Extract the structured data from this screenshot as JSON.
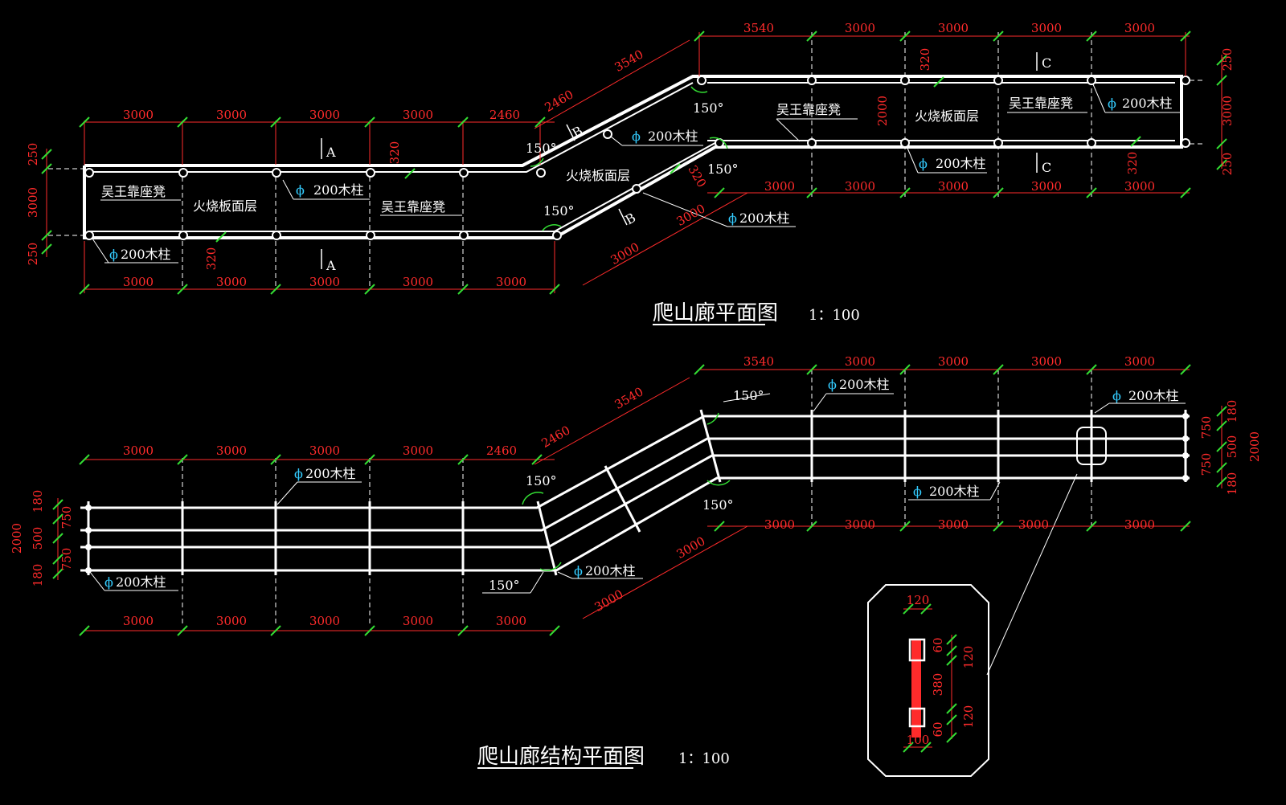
{
  "plan": {
    "title": "爬山廊平面图",
    "scale": "1：100",
    "bench_label": "吴王靠座凳",
    "floor_label": "火烧板面层",
    "column_label": "200木柱",
    "column_symbol": "ϕ",
    "angle_label": "150°",
    "section_a": "A",
    "section_b": "B",
    "section_c": "C",
    "dims": {
      "left_top": [
        "3000",
        "3000",
        "3000",
        "3000",
        "2460"
      ],
      "left_bottom": [
        "3000",
        "3000",
        "3000",
        "3000",
        "3000"
      ],
      "left_side": [
        "250",
        "3000",
        "250"
      ],
      "slope_top": [
        "2460",
        "3540"
      ],
      "slope_bottom": [
        "3000",
        "3000"
      ],
      "right_top": [
        "3540",
        "3000",
        "3000",
        "3000",
        "3000"
      ],
      "right_bottom": [
        "3000",
        "3000",
        "3000",
        "3000",
        "3000"
      ],
      "right_side": [
        "250",
        "3000",
        "250"
      ],
      "bench_width": "320",
      "inner_width": "2000"
    }
  },
  "structure": {
    "title": "爬山廊结构平面图",
    "scale": "1：100",
    "column_label": "200木柱",
    "column_symbol": "ϕ",
    "angle_label": "150°",
    "dims": {
      "left_top": [
        "3000",
        "3000",
        "3000",
        "3000",
        "2460"
      ],
      "left_bottom": [
        "3000",
        "3000",
        "3000",
        "3000",
        "3000"
      ],
      "left_side": [
        "180",
        "750",
        "500",
        "750",
        "180"
      ],
      "left_total": "2000",
      "slope_top": [
        "2460",
        "3540"
      ],
      "slope_bottom": [
        "3000",
        "3000"
      ],
      "right_top": [
        "3540",
        "3000",
        "3000",
        "3000",
        "3000"
      ],
      "right_bottom": [
        "3000",
        "3000",
        "3000",
        "3000",
        "3000"
      ],
      "right_side": [
        "180",
        "750",
        "500",
        "750",
        "180"
      ],
      "right_total": "2000"
    },
    "detail": {
      "width_top": "120",
      "width_bottom": "100",
      "right_dims": [
        "60",
        "120",
        "380",
        "60",
        "120"
      ]
    }
  },
  "colors": {
    "background": "#000000",
    "lines": "#ffffff",
    "dimension": "#ff2b2b",
    "leader": "#33ccff",
    "ticks": "#33dd33"
  }
}
